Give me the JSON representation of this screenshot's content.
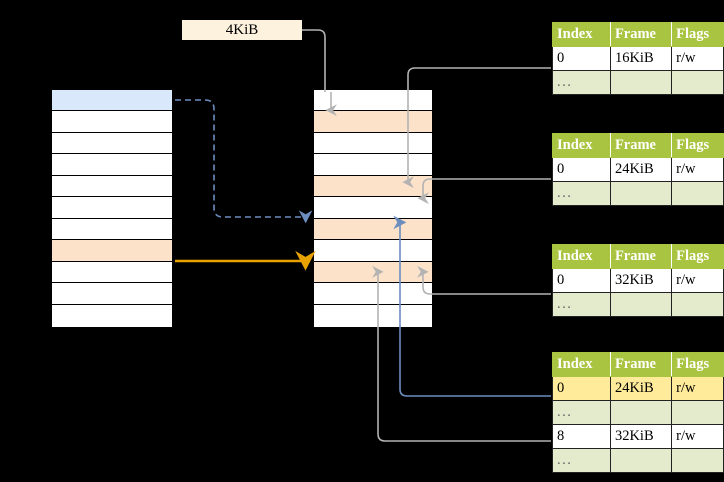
{
  "diagram": {
    "title_label": "4KiB",
    "accent_green": "#a9c440",
    "accent_blue": "#dae8fc",
    "accent_peach": "#fde2ca",
    "accent_yellow": "#ffeb99",
    "arrow_orange": "#e8a200",
    "arrow_blue": "#6c8ebf",
    "arrow_grey": "#b3b3b3"
  },
  "left_column": {
    "name": "virtual-address-space",
    "rows": [
      {
        "fill": "blue"
      },
      {
        "fill": "white"
      },
      {
        "fill": "white"
      },
      {
        "fill": "white"
      },
      {
        "fill": "white"
      },
      {
        "fill": "white"
      },
      {
        "fill": "white"
      },
      {
        "fill": "peach"
      },
      {
        "fill": "white"
      },
      {
        "fill": "white"
      },
      {
        "fill": "white"
      }
    ]
  },
  "middle_column": {
    "name": "physical-memory",
    "rows": [
      {
        "fill": "white"
      },
      {
        "fill": "peach"
      },
      {
        "fill": "white"
      },
      {
        "fill": "white"
      },
      {
        "fill": "peach"
      },
      {
        "fill": "white"
      },
      {
        "fill": "peach"
      },
      {
        "fill": "white"
      },
      {
        "fill": "peach"
      },
      {
        "fill": "white"
      },
      {
        "fill": "white"
      }
    ]
  },
  "page_tables": [
    {
      "name": "page-table-level-1",
      "headers": [
        "Index",
        "Frame",
        "Flags"
      ],
      "rows": [
        {
          "cells": [
            "0",
            "16KiB",
            "r/w"
          ],
          "kind": "data",
          "highlight": false
        },
        {
          "cells": [
            "...",
            "",
            ""
          ],
          "kind": "ellipsis",
          "highlight": false
        }
      ]
    },
    {
      "name": "page-table-level-2",
      "headers": [
        "Index",
        "Frame",
        "Flags"
      ],
      "rows": [
        {
          "cells": [
            "0",
            "24KiB",
            "r/w"
          ],
          "kind": "data",
          "highlight": false
        },
        {
          "cells": [
            "...",
            "",
            ""
          ],
          "kind": "ellipsis",
          "highlight": false
        }
      ]
    },
    {
      "name": "page-table-level-3",
      "headers": [
        "Index",
        "Frame",
        "Flags"
      ],
      "rows": [
        {
          "cells": [
            "0",
            "32KiB",
            "r/w"
          ],
          "kind": "data",
          "highlight": false
        },
        {
          "cells": [
            "...",
            "",
            ""
          ],
          "kind": "ellipsis",
          "highlight": false
        }
      ]
    },
    {
      "name": "page-table-level-4",
      "headers": [
        "Index",
        "Frame",
        "Flags"
      ],
      "rows": [
        {
          "cells": [
            "0",
            "24KiB",
            "r/w"
          ],
          "kind": "data",
          "highlight": true
        },
        {
          "cells": [
            "...",
            "",
            ""
          ],
          "kind": "ellipsis",
          "highlight": false
        },
        {
          "cells": [
            "8",
            "32KiB",
            "r/w"
          ],
          "kind": "data",
          "highlight": false
        },
        {
          "cells": [
            "...",
            "",
            ""
          ],
          "kind": "ellipsis",
          "highlight": false
        }
      ]
    }
  ]
}
